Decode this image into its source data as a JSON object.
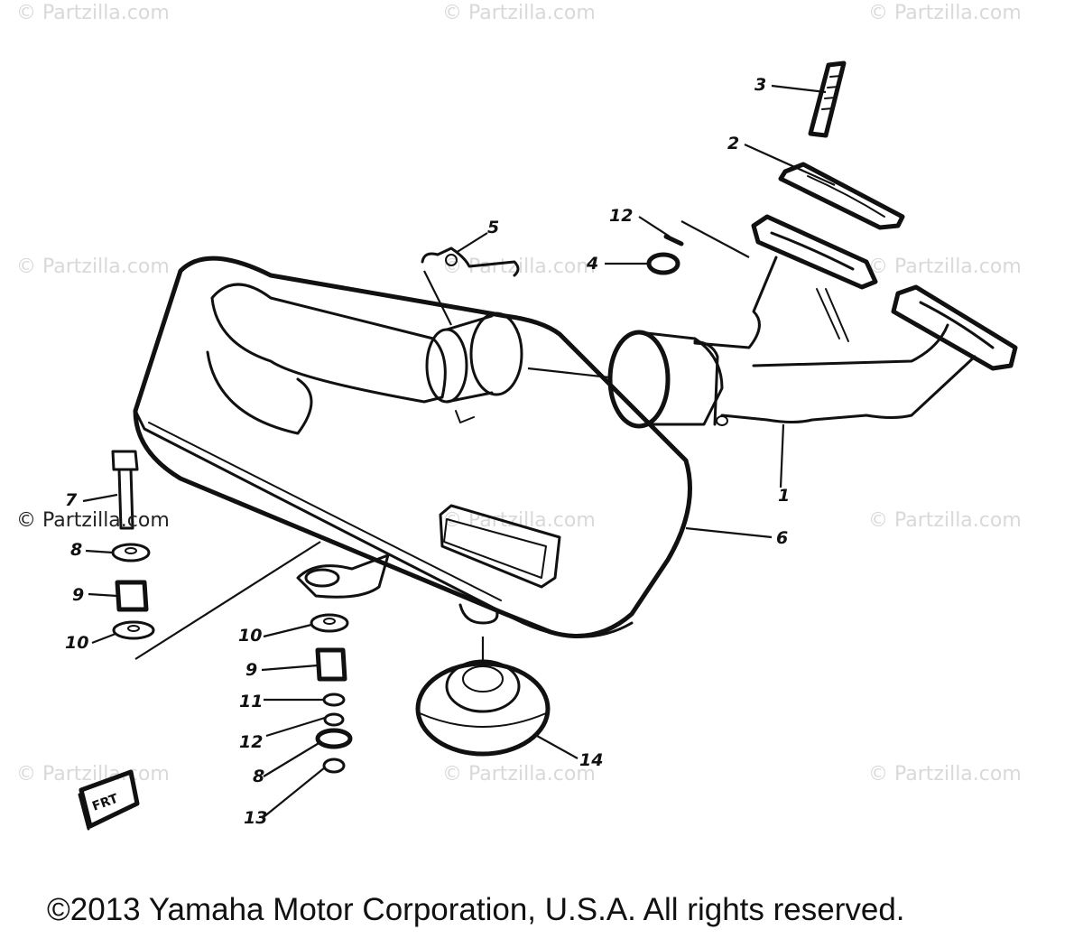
{
  "watermarks": {
    "text": "© Partzilla.com",
    "highlighted": "© Partzilla.com"
  },
  "callouts": {
    "c1": "1",
    "c2": "2",
    "c3": "3",
    "c4": "4",
    "c5": "5",
    "c6": "6",
    "c7": "7",
    "c8a": "8",
    "c8b": "8",
    "c9a": "9",
    "c9b": "9",
    "c10a": "10",
    "c10b": "10",
    "c11": "11",
    "c12a": "12",
    "c12b": "12",
    "c13": "13",
    "c14": "14"
  },
  "front_marker": "FRT",
  "footer": {
    "copyright": "©2013  Yamaha Motor Corporation, U.S.A. All rights reserved."
  }
}
